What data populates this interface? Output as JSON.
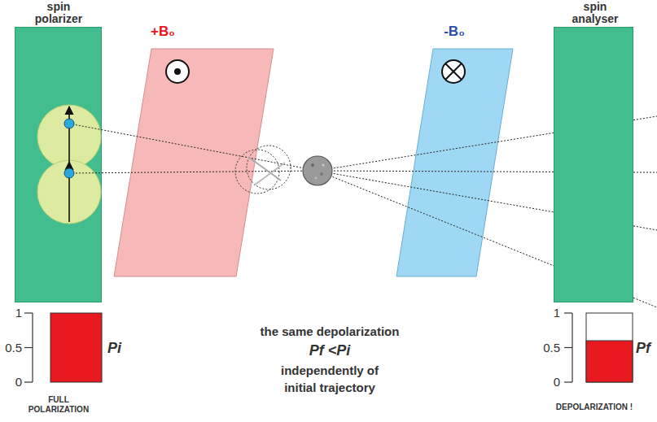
{
  "diagram": {
    "nodes": [
      {
        "text": [
          "spin polarizer"
        ]
      },
      {
        "text": [
          "+B₀"
        ]
      },
      {
        "text": [
          "-B₀"
        ]
      },
      {
        "text": [
          "spin analyser"
        ]
      }
    ],
    "labels": [
      "1",
      "0.5",
      "0",
      "Pi",
      "FULL POLARIZATION",
      "the same depolarization",
      "Pf <Pi",
      "independently of initial trajectory",
      "1",
      "0.5",
      "0",
      "Pf",
      "DEPOLARIZATION !"
    ]
  }
}
